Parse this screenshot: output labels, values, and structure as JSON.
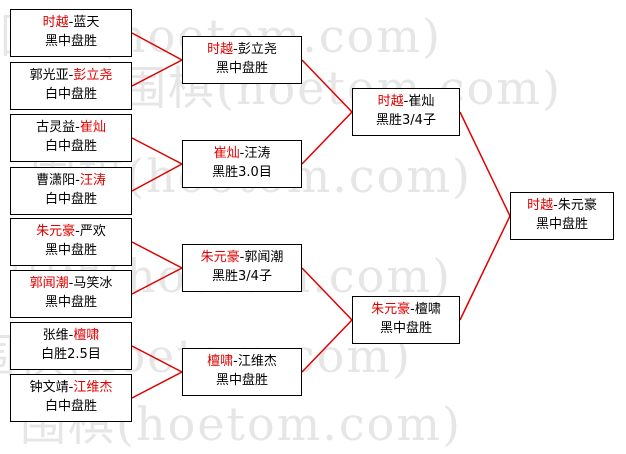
{
  "watermark": "围棋(hoetom.com)",
  "round1": [
    {
      "p1": "时越",
      "p2": "蓝天",
      "winner": 1,
      "result": "黑中盘胜"
    },
    {
      "p1": "郭光亚",
      "p2": "彭立尧",
      "winner": 2,
      "result": "白中盘胜"
    },
    {
      "p1": "古灵益",
      "p2": "崔灿",
      "winner": 2,
      "result": "白中盘胜"
    },
    {
      "p1": "曹潇阳",
      "p2": "汪涛",
      "winner": 2,
      "result": "白中盘胜"
    },
    {
      "p1": "朱元豪",
      "p2": "严欢",
      "winner": 1,
      "result": "黑中盘胜"
    },
    {
      "p1": "郭闻潮",
      "p2": "马笑冰",
      "winner": 1,
      "result": "黑中盘胜"
    },
    {
      "p1": "张维",
      "p2": "檀啸",
      "winner": 2,
      "result": "白胜2.5目"
    },
    {
      "p1": "钟文靖",
      "p2": "江维杰",
      "winner": 2,
      "result": "白中盘胜"
    }
  ],
  "round2": [
    {
      "p1": "时越",
      "p2": "彭立尧",
      "winner": 1,
      "result": "黑中盘胜"
    },
    {
      "p1": "崔灿",
      "p2": "汪涛",
      "winner": 1,
      "result": "黑胜3.0目"
    },
    {
      "p1": "朱元豪",
      "p2": "郭闻潮",
      "winner": 1,
      "result": "黑胜3/4子"
    },
    {
      "p1": "檀啸",
      "p2": "江维杰",
      "winner": 1,
      "result": "黑中盘胜"
    }
  ],
  "round3": [
    {
      "p1": "时越",
      "p2": "崔灿",
      "winner": 1,
      "result": "黑胜3/4子"
    },
    {
      "p1": "朱元豪",
      "p2": "檀啸",
      "winner": 1,
      "result": "黑中盘胜"
    }
  ],
  "final": [
    {
      "p1": "时越",
      "p2": "朱元豪",
      "winner": 1,
      "result": "黑中盘胜"
    }
  ],
  "colors": {
    "winner": "#e00000",
    "line": "#e00000",
    "text": "#000000"
  }
}
